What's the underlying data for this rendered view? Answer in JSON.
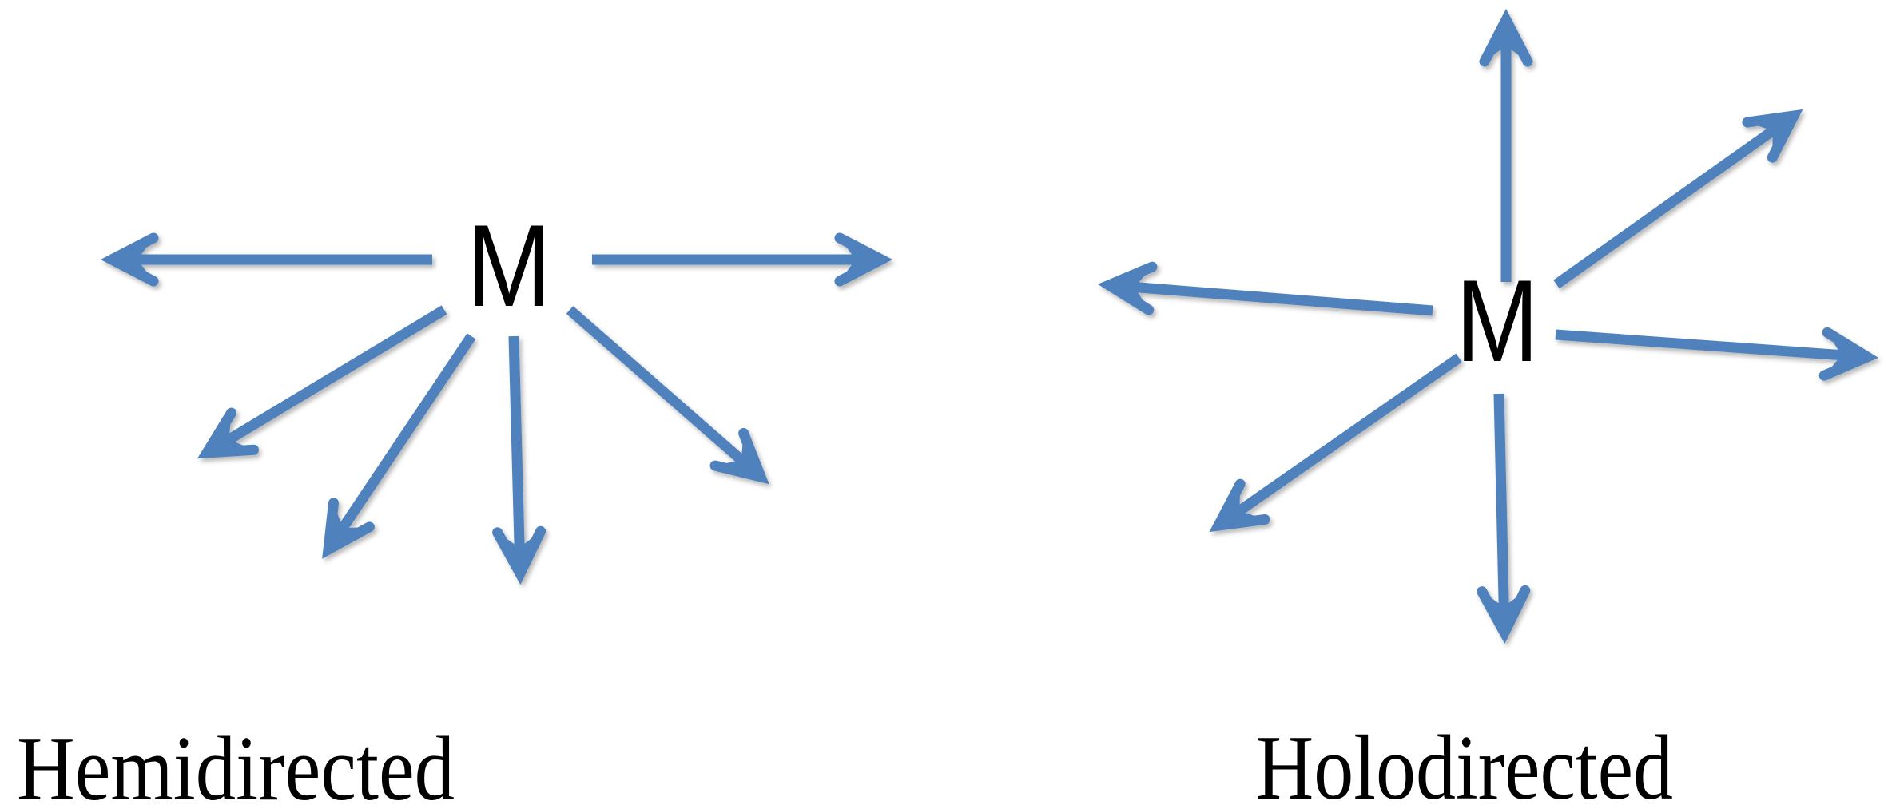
{
  "colors": {
    "arrow": "#4F81BD",
    "text": "#000000",
    "background": "#FFFFFF"
  },
  "panels": [
    {
      "id": "hemidirected",
      "label": "Hemidirected",
      "center_atom": "M",
      "arrow_count": 6,
      "arrows": [
        {
          "direction": "left",
          "from": [
            541,
            325
          ],
          "to": [
            140,
            325
          ]
        },
        {
          "direction": "right",
          "from": [
            741,
            325
          ],
          "to": [
            1103,
            325
          ]
        },
        {
          "direction": "down-left",
          "from": [
            556,
            388
          ],
          "to": [
            259,
            567
          ]
        },
        {
          "direction": "down-left-steep",
          "from": [
            590,
            421
          ],
          "to": [
            411,
            688
          ]
        },
        {
          "direction": "down",
          "from": [
            643,
            421
          ],
          "to": [
            651,
            718
          ]
        },
        {
          "direction": "down-right",
          "from": [
            713,
            388
          ],
          "to": [
            952,
            597
          ]
        }
      ]
    },
    {
      "id": "holodirected",
      "label": "Holodirected",
      "center_atom": "M",
      "arrow_count": 6,
      "arrows": [
        {
          "direction": "up",
          "from": [
            1885,
            353
          ],
          "to": [
            1885,
            25
          ]
        },
        {
          "direction": "up-right",
          "from": [
            1948,
            356
          ],
          "to": [
            2245,
            145
          ]
        },
        {
          "direction": "left",
          "from": [
            1793,
            389
          ],
          "to": [
            1388,
            357
          ]
        },
        {
          "direction": "right",
          "from": [
            1947,
            419
          ],
          "to": [
            2337,
            447
          ]
        },
        {
          "direction": "down-left",
          "from": [
            1826,
            448
          ],
          "to": [
            1525,
            658
          ]
        },
        {
          "direction": "down",
          "from": [
            1876,
            493
          ],
          "to": [
            1883,
            792
          ]
        }
      ]
    }
  ]
}
